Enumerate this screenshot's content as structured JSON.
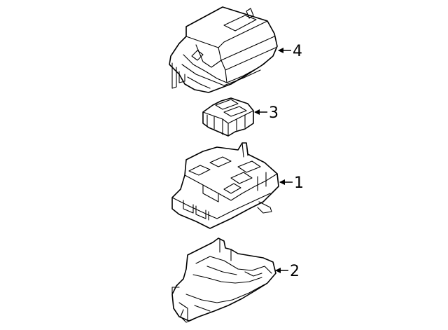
{
  "callouts": [
    {
      "id": "4",
      "label": "4"
    },
    {
      "id": "3",
      "label": "3"
    },
    {
      "id": "1",
      "label": "1"
    },
    {
      "id": "2",
      "label": "2"
    }
  ],
  "colors": {
    "line": "#000000",
    "background": "#ffffff"
  }
}
